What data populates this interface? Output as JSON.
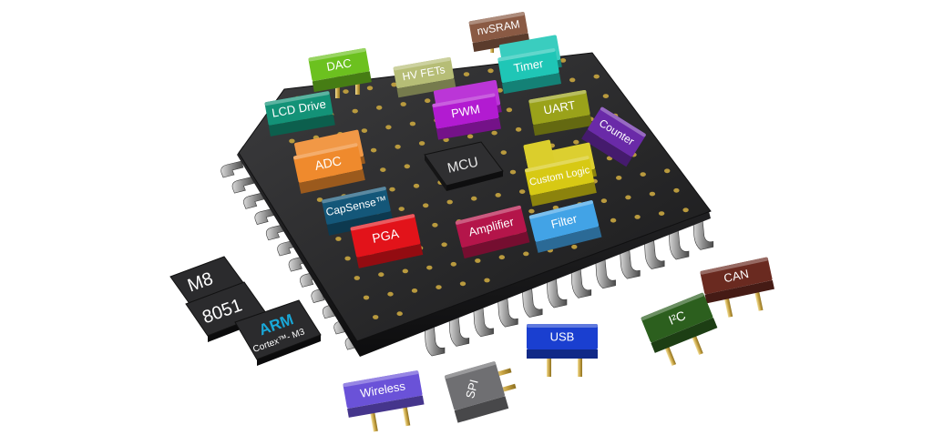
{
  "chip": {
    "label": "MCU"
  },
  "blocks": [
    {
      "id": "nvsram",
      "label": "nvSRAM",
      "color": "#8a5a44"
    },
    {
      "id": "dac",
      "label": "DAC",
      "color": "#6cc11f"
    },
    {
      "id": "hvfets",
      "label": "HV FETs",
      "color": "#b6bd76"
    },
    {
      "id": "timer",
      "label": "Timer",
      "color": "#1fc6b6"
    },
    {
      "id": "lcddrive",
      "label": "LCD Drive",
      "color": "#139277"
    },
    {
      "id": "pwm",
      "label": "PWM",
      "color": "#b21bd1"
    },
    {
      "id": "uart",
      "label": "UART",
      "color": "#9aa21a"
    },
    {
      "id": "adc",
      "label": "ADC",
      "color": "#ef8a2d"
    },
    {
      "id": "counter",
      "label": "Counter",
      "color": "#6a2aa8"
    },
    {
      "id": "custom",
      "label": "Custom Logic",
      "color": "#d7c914"
    },
    {
      "id": "capsense",
      "label": "CapSense™",
      "color": "#145779"
    },
    {
      "id": "amplifier",
      "label": "Amplifier",
      "color": "#b4154a"
    },
    {
      "id": "filter",
      "label": "Filter",
      "color": "#42a3e6"
    },
    {
      "id": "pga",
      "label": "PGA",
      "color": "#e2131a"
    }
  ],
  "cores": [
    {
      "id": "m8",
      "label": "M8"
    },
    {
      "id": "8051",
      "label": "8051"
    },
    {
      "id": "arm",
      "label": "ARM",
      "sublabel": "Cortex™- M3",
      "accent": "#19a8d8"
    }
  ],
  "interfaces": [
    {
      "id": "can",
      "label": "CAN",
      "color": "#6a2a20"
    },
    {
      "id": "i2c",
      "label": "I²C",
      "color": "#2c5f1e"
    },
    {
      "id": "usb",
      "label": "USB",
      "color": "#1a3fd0"
    },
    {
      "id": "spi",
      "label": "SPI",
      "color": "#6f6f72"
    },
    {
      "id": "wireless",
      "label": "Wireless",
      "color": "#6a52d8"
    }
  ]
}
